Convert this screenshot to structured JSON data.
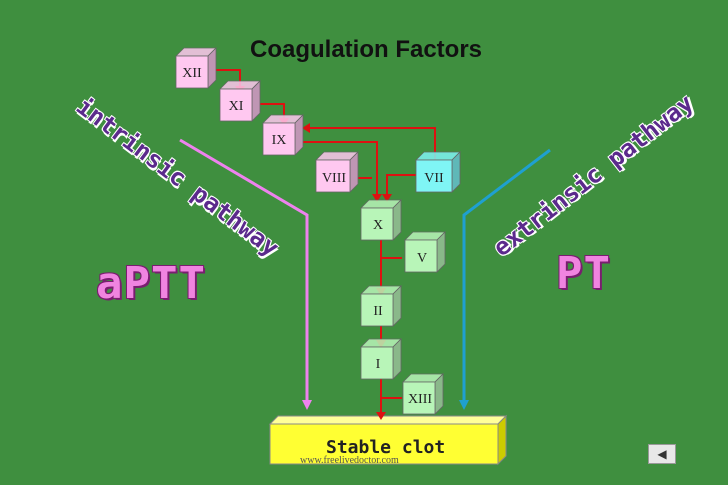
{
  "title": "Coagulation Factors",
  "factors": {
    "xii": "XII",
    "xi": "XI",
    "ix": "IX",
    "viii": "VIII",
    "vii": "VII",
    "x": "X",
    "v": "V",
    "ii": "II",
    "i": "I",
    "xiii": "XIII"
  },
  "labels": {
    "intrinsic": "intrinsic pathway",
    "extrinsic": "extrinsic pathway",
    "aptt": "aPTT",
    "pt": "PT",
    "clot": "Stable clot",
    "url": "www.freelivedoctor.com"
  },
  "nav": {
    "prev_icon": "◀"
  },
  "colors": {
    "background": "#3f8f3f",
    "intrinsic_factor": "#ffc8f0",
    "common_factor": "#b8f5b8",
    "extrinsic_factor": "#7ff5f5",
    "arrow": "#dd1111",
    "intrinsic_line": "#ee82ee",
    "extrinsic_line": "#1fa0d0",
    "clot_box": "#ffff33"
  }
}
